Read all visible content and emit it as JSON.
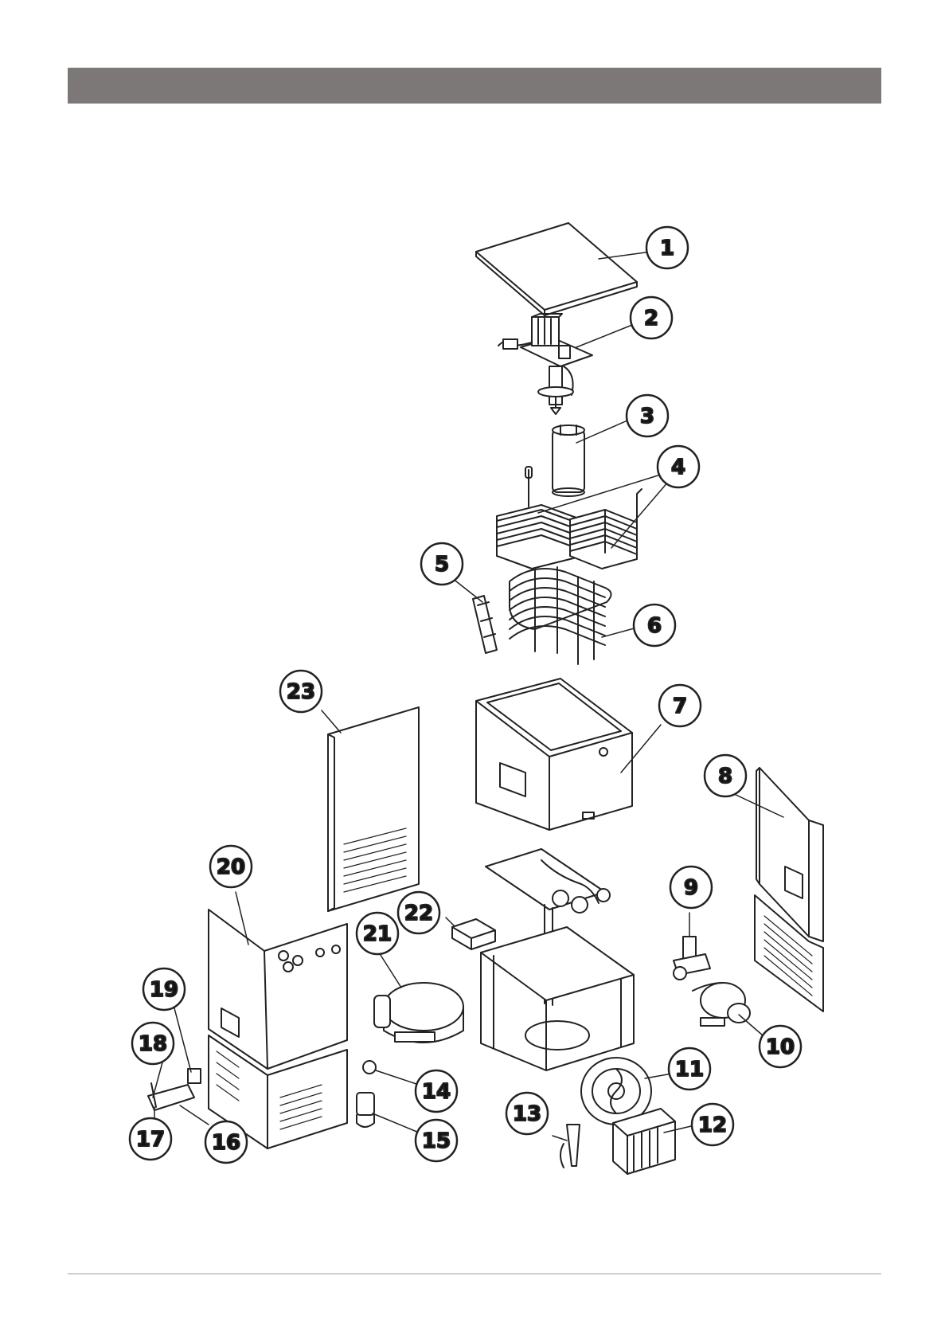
{
  "header": {
    "title": "",
    "bar_color": "#7c7877"
  },
  "diagram": {
    "part_numbers": [
      "1",
      "2",
      "3",
      "4",
      "5",
      "6",
      "7",
      "8",
      "9",
      "10",
      "11",
      "12",
      "13",
      "14",
      "15",
      "16",
      "17",
      "18",
      "19",
      "20",
      "21",
      "22",
      "23"
    ]
  },
  "footer": {
    "rule_color": "#9a9a9a"
  }
}
